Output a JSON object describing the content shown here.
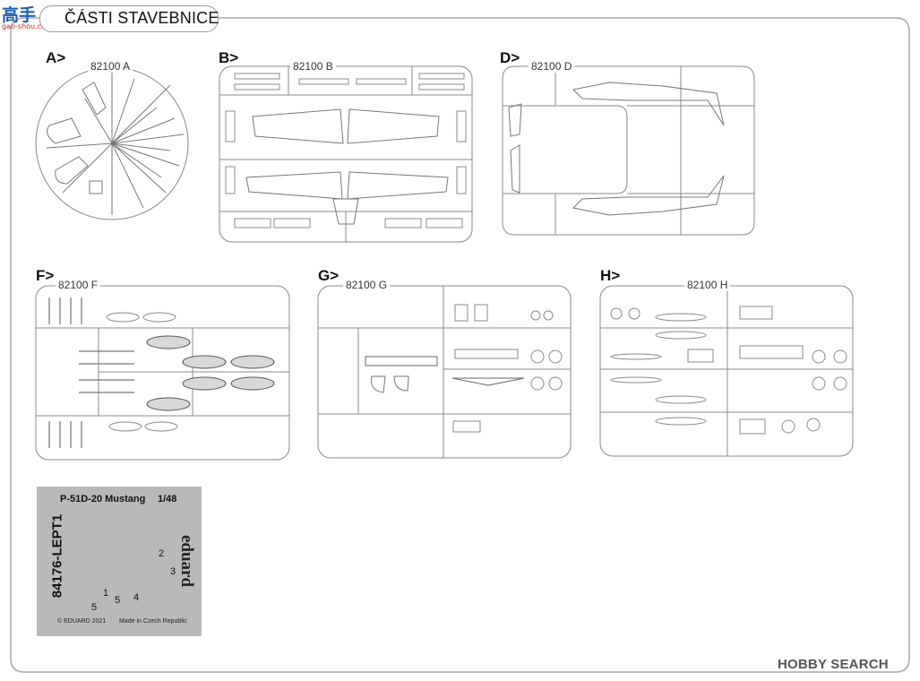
{
  "header": {
    "logo_text": "高手",
    "logo_sub": "gao-shou.com",
    "title": "ČÁSTI STAVEBNICE"
  },
  "sprues": {
    "A": {
      "label": "A>",
      "code": "82100 A"
    },
    "B": {
      "label": "B>",
      "code": "82100 B"
    },
    "D": {
      "label": "D>",
      "code": "82100 D"
    },
    "F": {
      "label": "F>",
      "code": "82100 F"
    },
    "G": {
      "label": "G>",
      "code": "82100 G"
    },
    "H": {
      "label": "H>",
      "code": "82100 H"
    }
  },
  "photoetch": {
    "title": "P-51D-20 Mustang",
    "scale": "1/48",
    "code": "84176-LEPT1",
    "brand": "eduard",
    "copyright": "© EDUARD 2021",
    "made_in": "Made in Czech Republic",
    "numbers": [
      "1",
      "2",
      "3",
      "4",
      "5",
      "5"
    ]
  },
  "watermark": "HOBBY SEARCH",
  "colors": {
    "line": "#8c8c8c",
    "photoetch_bg": "#b9b9b9",
    "logo_blue": "#1f5fae",
    "logo_red": "#c1272d"
  }
}
